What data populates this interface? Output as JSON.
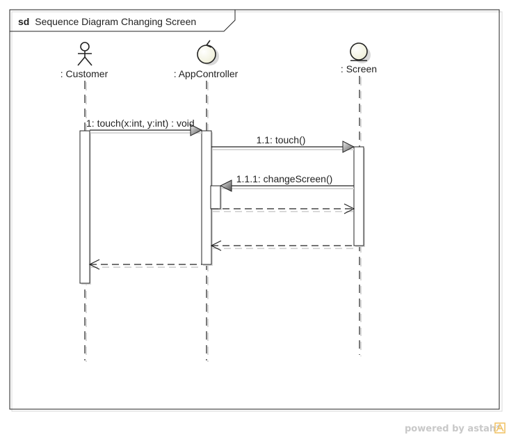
{
  "frame": {
    "keyword": "sd",
    "title": "Sequence Diagram Changing Screen"
  },
  "lifelines": [
    {
      "id": "customer",
      "kind": "actor",
      "label": ": Customer"
    },
    {
      "id": "appcontroller",
      "kind": "control",
      "label": ": AppController"
    },
    {
      "id": "screen",
      "kind": "entity",
      "label": ": Screen"
    }
  ],
  "messages": [
    {
      "id": "m1",
      "label": "1: touch(x:int, y:int) : void",
      "from": "customer",
      "to": "appcontroller",
      "type": "synchronous"
    },
    {
      "id": "m1-1",
      "label": "1.1: touch()",
      "from": "appcontroller",
      "to": "screen",
      "type": "synchronous"
    },
    {
      "id": "m1-1-1",
      "label": "1.1.1: changeScreen()",
      "from": "screen",
      "to": "appcontroller",
      "type": "synchronous"
    },
    {
      "id": "r1-1-1",
      "label": "",
      "from": "appcontroller",
      "to": "screen",
      "type": "reply"
    },
    {
      "id": "r1-1",
      "label": "",
      "from": "screen",
      "to": "appcontroller",
      "type": "reply"
    },
    {
      "id": "r1",
      "label": "",
      "from": "appcontroller",
      "to": "customer",
      "type": "reply"
    }
  ],
  "watermark": {
    "text": "powered by astah*"
  },
  "colors": {
    "line": "#222222",
    "shadow": "#d8d8d8",
    "text": "#222222",
    "watermark": "#c8c8c8",
    "logo_accent": "#f0c060"
  }
}
